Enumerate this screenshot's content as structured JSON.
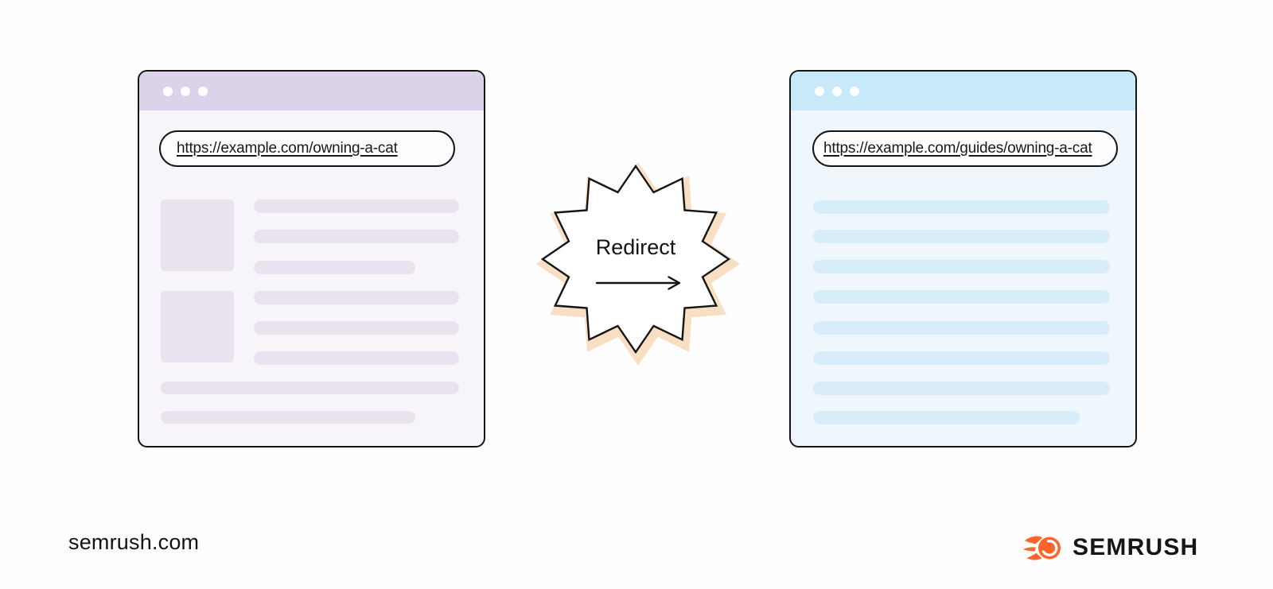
{
  "scene": {
    "background": "#fefefe",
    "description_icons": {
      "window_dots": "window-control-dots",
      "redirect_arrow": "right-arrow-icon",
      "brand_icon": "semrush-comet-icon"
    }
  },
  "left_browser": {
    "kind": "browser-window-original",
    "url": "https://example.com/owning-a-cat",
    "topbar_color": "#dcd2ea",
    "body_color": "#f8f5fa",
    "placeholder_color": "#e9e3f0",
    "window_dot_count": 3
  },
  "right_browser": {
    "kind": "browser-window-redirect-target",
    "url": "https://example.com/guides/owning-a-cat",
    "topbar_color": "#c7e9fa",
    "body_color": "#eff7fd",
    "placeholder_color": "#d8edfa",
    "window_dot_count": 3
  },
  "redirect_badge": {
    "label": "Redirect",
    "burst_color": "#f8dfc4",
    "star_fill": "#ffffff",
    "outline_color": "#141414",
    "text_color": "#131313"
  },
  "footer": {
    "attribution": "semrush.com"
  },
  "brand": {
    "wordmark": "SEMRUSH",
    "accent_color": "#ff642d",
    "text_color": "#161616"
  }
}
